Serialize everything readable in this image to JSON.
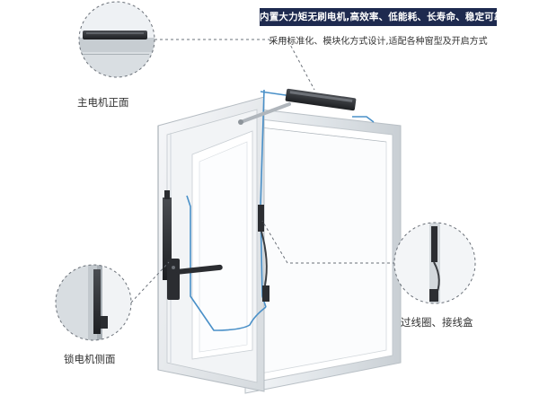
{
  "headline": "内置大力矩无刷电机,高效率、低能耗、长寿命、稳定可靠",
  "subline": "采用标准化、模块化方式设计,适配各种窗型及开启方式",
  "captions": {
    "main_motor": "主电机正面",
    "lock_motor": "锁电机侧面",
    "wire_box": "过线圈、接线盒"
  },
  "colors": {
    "headline_bg": "#1e2a4f",
    "frame": "#dfe4e8",
    "cable": "#4a90c8",
    "motor": "#2a2c30",
    "dash": "#6a7078"
  }
}
